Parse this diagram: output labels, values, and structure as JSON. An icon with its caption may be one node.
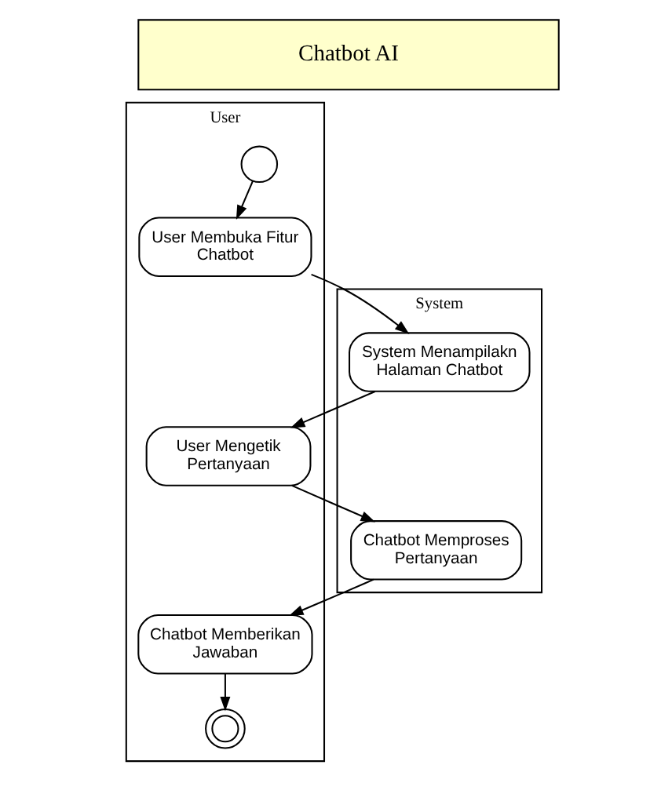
{
  "diagram": {
    "nodes": [
      {
        "text": [
          "Chatbot AI"
        ]
      },
      {
        "text": [
          "User"
        ]
      },
      {
        "text": [
          "System"
        ]
      },
      {
        "text": [],
        "shape": "circle",
        "in": 1
      },
      {
        "text": [
          "User Membuka Fitur Chatbot"
        ],
        "in": 1
      },
      {
        "text": [
          "System Menampilakn Halaman Chatbot"
        ],
        "in": 2
      },
      {
        "text": [
          "User Mengetik Pertanyaan"
        ],
        "in": 1
      },
      {
        "text": [
          "Chatbot Memproses Pertanyaan"
        ],
        "in": 2
      },
      {
        "text": [
          "Chatbot Memberikan Jawaban"
        ],
        "in": 1
      },
      {
        "text": [],
        "shape": "circle",
        "in": 1
      }
    ],
    "edges": [
      {
        "from": 3,
        "to": 4,
        "arrow": "to"
      },
      {
        "from": 4,
        "to": 5,
        "arrow": "to"
      },
      {
        "from": 5,
        "to": 6,
        "arrow": "to"
      },
      {
        "from": 6,
        "to": 7,
        "arrow": "to"
      },
      {
        "from": 7,
        "to": 8,
        "arrow": "to"
      },
      {
        "from": 8,
        "to": 9,
        "arrow": "to"
      }
    ]
  }
}
